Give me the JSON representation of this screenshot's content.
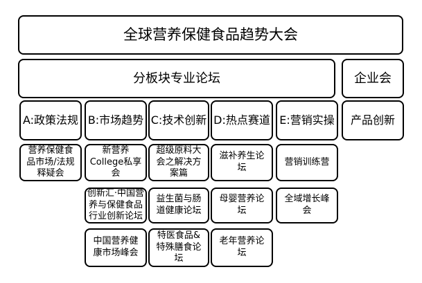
{
  "title": "全球营养保健食品趋势大会",
  "forums_header": "分板块专业论坛",
  "enterprise": {
    "header": "企业会",
    "item": "产品创新"
  },
  "tracks": [
    {
      "header": "A:政策法规",
      "forums": [
        "营养保健食\n品市场/法规\n释疑会"
      ]
    },
    {
      "header": "B:市场趋势",
      "forums": [
        "新营养\nCollege私享\n会",
        "创新汇·中国营\n养与保健食品\n行业创新论坛",
        "中国营养健\n康市场峰会"
      ]
    },
    {
      "header": "C:技术创新",
      "forums": [
        "超级原料大\n会之解决方\n案篇",
        "益生菌与肠\n道健康论坛",
        "特医食品&\n特殊膳食论\n坛"
      ]
    },
    {
      "header": "D:热点赛道",
      "forums": [
        "滋补养生论\n坛",
        "母婴营养论\n坛",
        "老年营养论\n坛"
      ]
    },
    {
      "header": "E:营销实操",
      "forums": [
        "营销训练营",
        "全域增长峰\n会"
      ]
    }
  ],
  "colors": {
    "border": "#000000",
    "background": "#ffffff",
    "text": "#000000"
  }
}
